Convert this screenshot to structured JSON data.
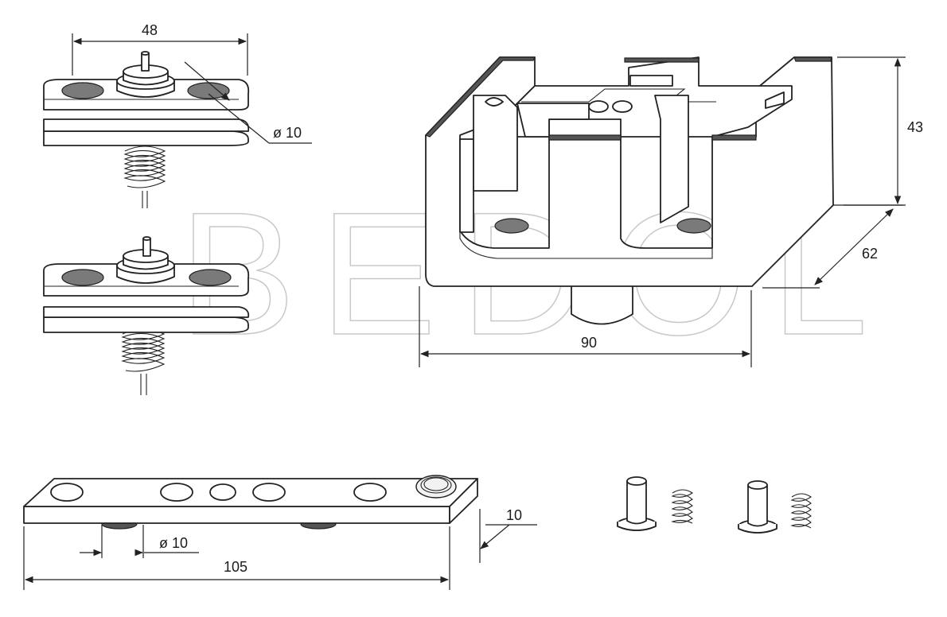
{
  "dimensions": {
    "top_part_width": "48",
    "pad_diameter_top": "ø 10",
    "housing_height": "43",
    "housing_depth": "62",
    "housing_width": "90",
    "bar_thickness": "10",
    "pad_diameter_bar": "ø 10",
    "bar_length": "105"
  },
  "watermark": {
    "text": "BEDOL"
  },
  "colors": {
    "line": "#222222",
    "pad": "#7a7a7a",
    "watermark": "#c8c8c8"
  }
}
